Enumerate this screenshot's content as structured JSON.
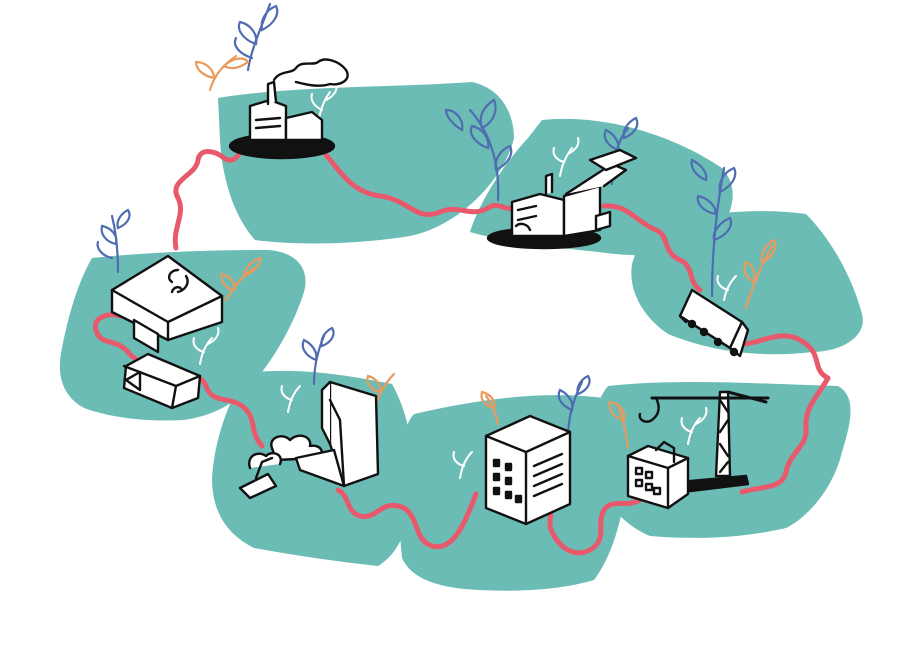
{
  "diagram": {
    "type": "circular-lifecycle-illustration",
    "stages": [
      {
        "id": "factory",
        "icon": "factory-icon"
      },
      {
        "id": "industrial-plant",
        "icon": "industrial-plant-icon"
      },
      {
        "id": "truck-transport",
        "icon": "truck-icon"
      },
      {
        "id": "construction-crane",
        "icon": "crane-icon"
      },
      {
        "id": "office-building",
        "icon": "office-building-icon"
      },
      {
        "id": "demolition",
        "icon": "demolition-icon"
      },
      {
        "id": "recycling-warehouse",
        "icon": "recycling-icon"
      }
    ],
    "colors": {
      "panel": "#6cbcb6",
      "ribbon": "#e8596c",
      "ink": "#111111",
      "plant_blue": "#4f6cb3",
      "plant_orange": "#e99a5c",
      "paper": "#ffffff"
    }
  }
}
